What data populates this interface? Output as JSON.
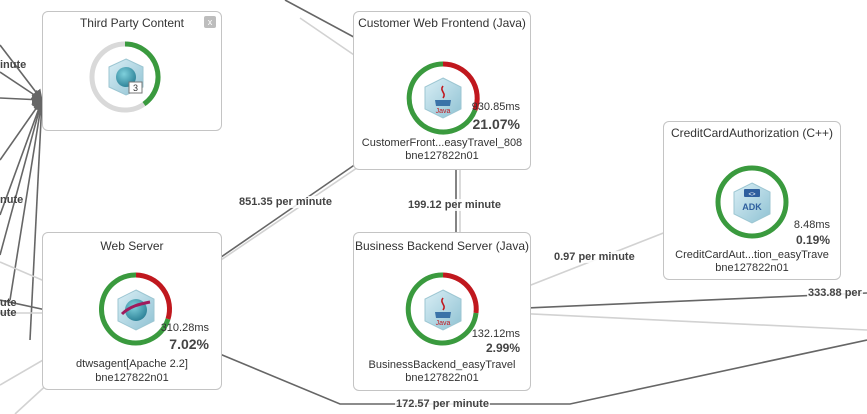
{
  "nodes": {
    "third_party": {
      "title": "Third Party Content",
      "badge": "3",
      "close": "x"
    },
    "customer_frontend": {
      "title": "Customer Web Frontend (Java)",
      "response_time": "930.85ms",
      "percent": "21.07%",
      "agent": "CustomerFront...easyTravel_808",
      "host": "bne127822n01",
      "icon_label": "Java"
    },
    "credit_card": {
      "title": "CreditCardAuthorization (C++)",
      "response_time": "8.48ms",
      "percent": "0.19%",
      "agent": "CreditCardAut...tion_easyTrave",
      "host": "bne127822n01",
      "icon_label": "ADK"
    },
    "web_server": {
      "title": "Web Server",
      "response_time": "310.28ms",
      "percent": "7.02%",
      "agent": "dtwsagent[Apache 2.2]",
      "host": "bne127822n01"
    },
    "business_backend": {
      "title": "Business Backend Server (Java)",
      "response_time": "132.12ms",
      "percent": "2.99%",
      "agent": "BusinessBackend_easyTravel",
      "host": "bne127822n01",
      "icon_label": "Java"
    }
  },
  "edges": {
    "web_to_frontend": "851.35 per minute",
    "frontend_to_backend": "199.12 per minute",
    "backend_to_credit": "0.97 per minute",
    "backend_out_right": "333.88 per",
    "web_bottom": "172.57 per minute"
  },
  "edge_fragments": {
    "left_top": "inute",
    "left_mid": "nute",
    "left_low_1": "ute",
    "left_low_2": "ute"
  },
  "colors": {
    "ok_green": "#3a9a3e",
    "error_red": "#c0181e",
    "edge_dark": "#666666",
    "edge_light": "#d2d2d2",
    "node_border": "#c4c4c4"
  },
  "icons": {
    "third_party": "globe-cube-icon",
    "frontend": "java-cube-icon",
    "backend": "java-cube-icon",
    "web_server": "apache-globe-cube-icon",
    "credit_card": "adk-cube-icon"
  }
}
